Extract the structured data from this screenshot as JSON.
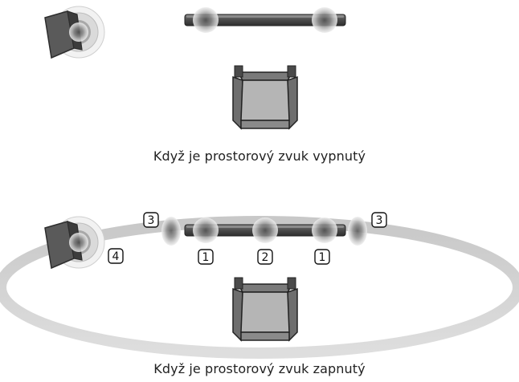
{
  "captions": {
    "surround_off": "Když je prostorový zvuk vypnutý",
    "surround_on": "Když je prostorový zvuk zapnutý"
  },
  "badges": {
    "front_left": "1",
    "center": "2",
    "front_right": "1",
    "side_left": "3",
    "side_right": "3",
    "subwoofer": "4"
  },
  "colors": {
    "speaker_body": "#6a6a6a",
    "speaker_dark": "#3a3a3a",
    "chair_light": "#b5b5b5",
    "chair_dark": "#6e6e6e",
    "sound_field": "#d4d4d4",
    "badge_border": "#111111"
  },
  "icons": [
    "subwoofer-icon",
    "soundbar-icon",
    "armchair-icon",
    "sound-wave-icon",
    "surround-ellipse"
  ]
}
